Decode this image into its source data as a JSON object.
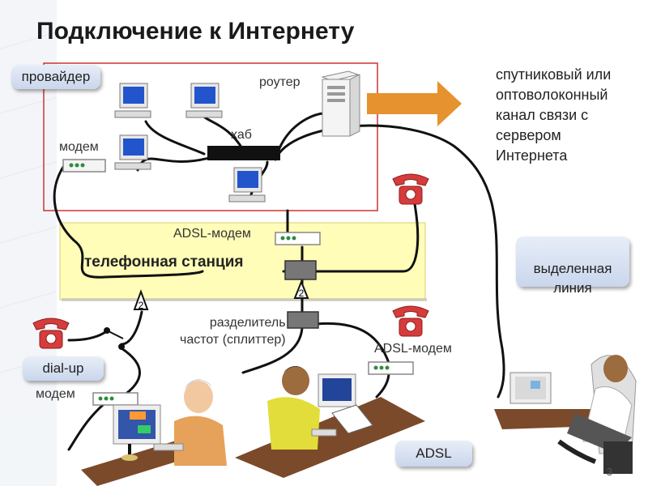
{
  "title": "Подключение к Интернету",
  "labels": {
    "provider": "провайдер",
    "router": "роутер",
    "hub": "хаб",
    "modem_top": "модем",
    "channel_text": "спутниковый или\nоптоволоконный\nканал связи с\nсервером\nИнтернета",
    "adsl_modem_station": "ADSL-модем",
    "phone_station": "телефонная станция",
    "leased_line": "выделенная\nлиния",
    "splitter": "разделитель\nчастот (сплиттер)",
    "adsl_modem_user": "ADSL-модем",
    "dialup": "dial-up",
    "modem_bottom": "модем",
    "adsl": "ADSL"
  },
  "page_number": "3",
  "colors": {
    "provider_border": "#cc3333",
    "station_fill": "#fffdb8",
    "arrow": "#e6922e",
    "phone": "#d63c3c",
    "cable": "#111111",
    "callout": "#d4deef"
  }
}
